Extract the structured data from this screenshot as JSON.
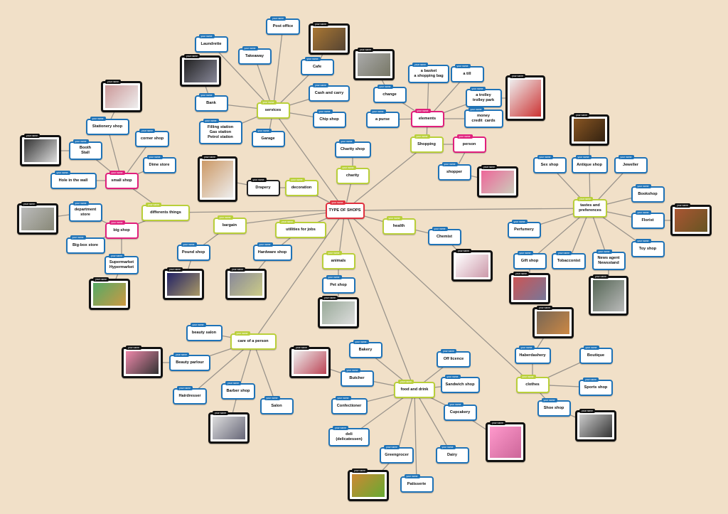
{
  "tag_label": "your name",
  "colors": {
    "background": "#f1e0c8",
    "root": "#e0313f",
    "category": "#b9cf3a",
    "subcategory": "#e01f7c",
    "leaf": "#1f73b7",
    "edge": "#9a948c"
  },
  "nodes": [
    {
      "id": "root",
      "label": "TYPE OF SHOPS",
      "kind": "root"
    },
    {
      "id": "services",
      "label": "services",
      "kind": "cat"
    },
    {
      "id": "shopping",
      "label": "Shopping",
      "kind": "cat"
    },
    {
      "id": "charity",
      "label": "charity",
      "kind": "cat"
    },
    {
      "id": "decoration",
      "label": "decoration",
      "kind": "cat"
    },
    {
      "id": "different",
      "label": "differents things",
      "kind": "cat"
    },
    {
      "id": "bargain",
      "label": "bargain",
      "kind": "cat"
    },
    {
      "id": "utilities",
      "label": "utilities for jobs",
      "kind": "cat"
    },
    {
      "id": "health",
      "label": "health",
      "kind": "cat"
    },
    {
      "id": "animals",
      "label": "animals",
      "kind": "cat"
    },
    {
      "id": "tastes",
      "label": "tastes and\npreferences",
      "kind": "cat"
    },
    {
      "id": "care",
      "label": "care of a person",
      "kind": "cat"
    },
    {
      "id": "food",
      "label": "food and drink",
      "kind": "cat"
    },
    {
      "id": "clothes",
      "label": "clothes",
      "kind": "cat"
    },
    {
      "id": "smallshop",
      "label": "small shop",
      "kind": "sub"
    },
    {
      "id": "bigshop",
      "label": "big shop",
      "kind": "sub"
    },
    {
      "id": "elements",
      "label": "elements",
      "kind": "sub"
    },
    {
      "id": "person",
      "label": "person",
      "kind": "sub"
    },
    {
      "id": "drapery",
      "label": "Drapery",
      "kind": "dark"
    },
    {
      "id": "postoffice",
      "label": "Post office",
      "kind": "leaf"
    },
    {
      "id": "laundrette",
      "label": "Laundrette",
      "kind": "leaf"
    },
    {
      "id": "takeaway",
      "label": "Takeaway",
      "kind": "leaf"
    },
    {
      "id": "cafe",
      "label": "Cafe",
      "kind": "leaf"
    },
    {
      "id": "cashcarry",
      "label": "Cash and carry",
      "kind": "leaf"
    },
    {
      "id": "chipshop",
      "label": "Chip shop",
      "kind": "leaf"
    },
    {
      "id": "bank",
      "label": "Bank",
      "kind": "leaf"
    },
    {
      "id": "filling",
      "label": "Filling station\nGas station\nPetrol station",
      "kind": "leaf"
    },
    {
      "id": "garage",
      "label": "Garage",
      "kind": "leaf"
    },
    {
      "id": "charityshop",
      "label": "Charity shop",
      "kind": "leaf"
    },
    {
      "id": "basket",
      "label": "a basket\na shopping bag",
      "kind": "leaf"
    },
    {
      "id": "till",
      "label": "a till",
      "kind": "leaf"
    },
    {
      "id": "change",
      "label": "change",
      "kind": "leaf"
    },
    {
      "id": "trolley",
      "label": "a trolley\ntrolley park",
      "kind": "leaf"
    },
    {
      "id": "money",
      "label": "money\ncredit  cards",
      "kind": "leaf"
    },
    {
      "id": "purse",
      "label": "a purse",
      "kind": "leaf"
    },
    {
      "id": "shopper",
      "label": "shopper",
      "kind": "leaf"
    },
    {
      "id": "stationery",
      "label": "Stationery shop",
      "kind": "leaf"
    },
    {
      "id": "corner",
      "label": "corner shop",
      "kind": "leaf"
    },
    {
      "id": "booth",
      "label": "Booth\nStall",
      "kind": "leaf"
    },
    {
      "id": "dime",
      "label": "Dime store",
      "kind": "leaf"
    },
    {
      "id": "hole",
      "label": "Hole in the wall",
      "kind": "leaf"
    },
    {
      "id": "department",
      "label": "department\nstore",
      "kind": "leaf"
    },
    {
      "id": "bigbox",
      "label": "Big-box store",
      "kind": "leaf"
    },
    {
      "id": "supermarket",
      "label": "Supermarket\nHypermarket",
      "kind": "leaf"
    },
    {
      "id": "pound",
      "label": "Pound shop",
      "kind": "leaf"
    },
    {
      "id": "hardware",
      "label": "Hardware shop",
      "kind": "leaf"
    },
    {
      "id": "chemist",
      "label": "Chemist",
      "kind": "leaf"
    },
    {
      "id": "petshop",
      "label": "Pet shop",
      "kind": "leaf"
    },
    {
      "id": "sexshop",
      "label": "Sex shop",
      "kind": "leaf"
    },
    {
      "id": "antique",
      "label": "Antique shop",
      "kind": "leaf"
    },
    {
      "id": "jeweller",
      "label": "Jeweller",
      "kind": "leaf"
    },
    {
      "id": "bookshop",
      "label": "Bookshop",
      "kind": "leaf"
    },
    {
      "id": "florist",
      "label": "Florist",
      "kind": "leaf"
    },
    {
      "id": "toyshop",
      "label": "Toy shop",
      "kind": "leaf"
    },
    {
      "id": "perfumery",
      "label": "Perfumery",
      "kind": "leaf"
    },
    {
      "id": "giftshop",
      "label": "Gift shop",
      "kind": "leaf"
    },
    {
      "id": "tobacconist",
      "label": "Tobacconist",
      "kind": "leaf"
    },
    {
      "id": "newsagent",
      "label": "News agent\nNewsstand",
      "kind": "leaf"
    },
    {
      "id": "beautysalon",
      "label": "beauty salon",
      "kind": "leaf"
    },
    {
      "id": "beautyparlour",
      "label": "Beauty parlour",
      "kind": "leaf"
    },
    {
      "id": "hairdresser",
      "label": "Hairdresser",
      "kind": "leaf"
    },
    {
      "id": "barber",
      "label": "Barber shop",
      "kind": "leaf"
    },
    {
      "id": "salon",
      "label": "Salon",
      "kind": "leaf"
    },
    {
      "id": "bakery",
      "label": "Bakery",
      "kind": "leaf"
    },
    {
      "id": "butcher",
      "label": "Butcher",
      "kind": "leaf"
    },
    {
      "id": "confectioner",
      "label": "Confectioner",
      "kind": "leaf"
    },
    {
      "id": "deli",
      "label": "deli\n(delicatessen)",
      "kind": "leaf"
    },
    {
      "id": "offlicence",
      "label": "Off licence",
      "kind": "leaf"
    },
    {
      "id": "sandwich",
      "label": "Sandwich shop",
      "kind": "leaf"
    },
    {
      "id": "cupcakery",
      "label": "Cupcakery",
      "kind": "leaf"
    },
    {
      "id": "greengrocer",
      "label": "Greengrocer",
      "kind": "leaf"
    },
    {
      "id": "dairy",
      "label": "Dairy",
      "kind": "leaf"
    },
    {
      "id": "patisserie",
      "label": "Patisserie",
      "kind": "leaf"
    },
    {
      "id": "haberdashery",
      "label": "Haberdashery",
      "kind": "leaf"
    },
    {
      "id": "boutique",
      "label": "Boutique",
      "kind": "leaf"
    },
    {
      "id": "sports",
      "label": "Sports shop",
      "kind": "leaf"
    },
    {
      "id": "shoeshop",
      "label": "Shoe shop",
      "kind": "leaf"
    }
  ],
  "photos": [
    {
      "id": "p_stationery",
      "of": "stationery",
      "subject": "stationery-store-aisle"
    },
    {
      "id": "p_booth",
      "of": "booth",
      "subject": "market-stall"
    },
    {
      "id": "p_department",
      "of": "department",
      "subject": "department-store-atrium"
    },
    {
      "id": "p_supermarket",
      "of": "supermarket",
      "subject": "supermarket-shelves"
    },
    {
      "id": "p_bank",
      "of": "bank",
      "subject": "bank-front"
    },
    {
      "id": "p_cafe",
      "of": "cafe",
      "subject": "cafe-interior"
    },
    {
      "id": "p_change",
      "of": "change",
      "subject": "handing-money"
    },
    {
      "id": "p_drapery",
      "of": "drapery",
      "subject": "curtains"
    },
    {
      "id": "p_pound",
      "of": "pound",
      "subject": "pound-shop-front"
    },
    {
      "id": "p_hardware",
      "of": "hardware",
      "subject": "hardware-aisle"
    },
    {
      "id": "p_petshop",
      "of": "petshop",
      "subject": "pet-shop"
    },
    {
      "id": "p_trolley",
      "of": "trolley",
      "subject": "shopping-trolley"
    },
    {
      "id": "p_shopper",
      "of": "shopper",
      "subject": "shopper-at-counter"
    },
    {
      "id": "p_antique",
      "of": "antique",
      "subject": "antique-shop"
    },
    {
      "id": "p_florist",
      "of": "florist",
      "subject": "flower-shop"
    },
    {
      "id": "p_chemist",
      "of": "chemist",
      "subject": "pharmacist"
    },
    {
      "id": "p_giftshop",
      "of": "giftshop",
      "subject": "gift-shop"
    },
    {
      "id": "p_newsagent",
      "of": "newsagent",
      "subject": "newsstand"
    },
    {
      "id": "p_haberdashery",
      "of": "haberdashery",
      "subject": "haberdashery-shop"
    },
    {
      "id": "p_shoeshop",
      "of": "shoeshop",
      "subject": "shoe-display"
    },
    {
      "id": "p_cupcakery",
      "of": "cupcakery",
      "subject": "cupcake-shop"
    },
    {
      "id": "p_greengrocer",
      "of": "greengrocer",
      "subject": "fruit-and-veg"
    },
    {
      "id": "p_butcher",
      "of": "butcher",
      "subject": "butchers"
    },
    {
      "id": "p_beautyparlour",
      "of": "beautyparlour",
      "subject": "cosmetics"
    },
    {
      "id": "p_barber",
      "of": "barber",
      "subject": "barber-shaving"
    }
  ],
  "edges": [
    [
      "root",
      "services"
    ],
    [
      "root",
      "shopping"
    ],
    [
      "root",
      "charity"
    ],
    [
      "root",
      "decoration"
    ],
    [
      "root",
      "different"
    ],
    [
      "root",
      "bargain"
    ],
    [
      "root",
      "utilities"
    ],
    [
      "root",
      "health"
    ],
    [
      "root",
      "animals"
    ],
    [
      "root",
      "tastes"
    ],
    [
      "root",
      "care"
    ],
    [
      "root",
      "food"
    ],
    [
      "root",
      "clothes"
    ],
    [
      "services",
      "postoffice"
    ],
    [
      "services",
      "laundrette"
    ],
    [
      "services",
      "takeaway"
    ],
    [
      "services",
      "cafe"
    ],
    [
      "services",
      "cashcarry"
    ],
    [
      "services",
      "chipshop"
    ],
    [
      "services",
      "bank"
    ],
    [
      "services",
      "filling"
    ],
    [
      "services",
      "garage"
    ],
    [
      "charity",
      "charityshop"
    ],
    [
      "decoration",
      "drapery"
    ],
    [
      "shopping",
      "elements"
    ],
    [
      "shopping",
      "person"
    ],
    [
      "person",
      "shopper"
    ],
    [
      "elements",
      "basket"
    ],
    [
      "elements",
      "till"
    ],
    [
      "elements",
      "change"
    ],
    [
      "elements",
      "trolley"
    ],
    [
      "elements",
      "money"
    ],
    [
      "elements",
      "purse"
    ],
    [
      "different",
      "smallshop"
    ],
    [
      "different",
      "bigshop"
    ],
    [
      "smallshop",
      "stationery"
    ],
    [
      "smallshop",
      "corner"
    ],
    [
      "smallshop",
      "booth"
    ],
    [
      "smallshop",
      "dime"
    ],
    [
      "smallshop",
      "hole"
    ],
    [
      "bigshop",
      "department"
    ],
    [
      "bigshop",
      "bigbox"
    ],
    [
      "bigshop",
      "supermarket"
    ],
    [
      "bargain",
      "pound"
    ],
    [
      "utilities",
      "hardware"
    ],
    [
      "health",
      "chemist"
    ],
    [
      "animals",
      "petshop"
    ],
    [
      "tastes",
      "sexshop"
    ],
    [
      "tastes",
      "antique"
    ],
    [
      "tastes",
      "jeweller"
    ],
    [
      "tastes",
      "bookshop"
    ],
    [
      "tastes",
      "florist"
    ],
    [
      "tastes",
      "toyshop"
    ],
    [
      "tastes",
      "perfumery"
    ],
    [
      "tastes",
      "giftshop"
    ],
    [
      "tastes",
      "tobacconist"
    ],
    [
      "tastes",
      "newsagent"
    ],
    [
      "care",
      "beautysalon"
    ],
    [
      "care",
      "beautyparlour"
    ],
    [
      "care",
      "hairdresser"
    ],
    [
      "care",
      "barber"
    ],
    [
      "care",
      "salon"
    ],
    [
      "food",
      "bakery"
    ],
    [
      "food",
      "butcher"
    ],
    [
      "food",
      "confectioner"
    ],
    [
      "food",
      "deli"
    ],
    [
      "food",
      "offlicence"
    ],
    [
      "food",
      "sandwich"
    ],
    [
      "food",
      "cupcakery"
    ],
    [
      "food",
      "greengrocer"
    ],
    [
      "food",
      "dairy"
    ],
    [
      "food",
      "patisserie"
    ],
    [
      "clothes",
      "haberdashery"
    ],
    [
      "clothes",
      "boutique"
    ],
    [
      "clothes",
      "sports"
    ],
    [
      "clothes",
      "shoeshop"
    ]
  ]
}
